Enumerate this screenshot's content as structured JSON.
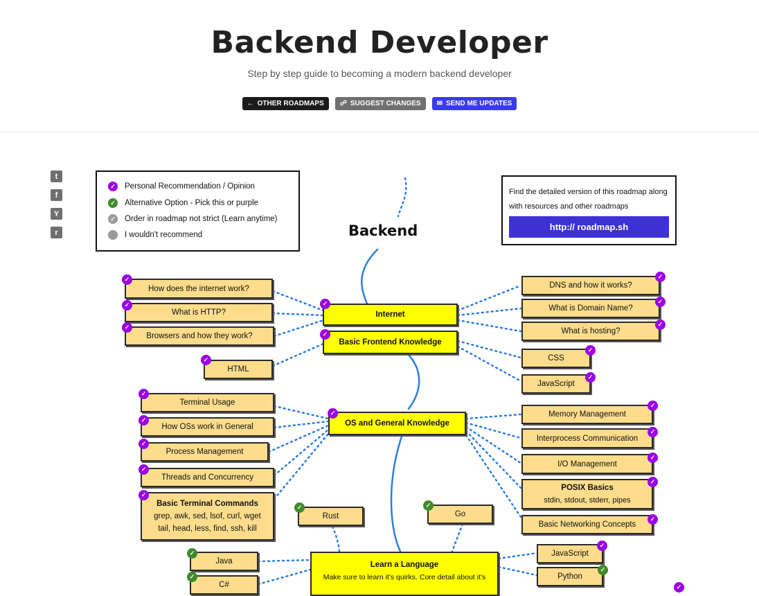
{
  "header": {
    "title": "Backend Developer",
    "subtitle": "Step by step guide to becoming a modern backend developer",
    "buttons": [
      {
        "label": "OTHER ROADMAPS",
        "icon": "arrow-left-icon",
        "color": "#1b1b1b"
      },
      {
        "label": "SUGGEST CHANGES",
        "icon": "handshake-icon",
        "color": "#707070"
      },
      {
        "label": "SEND ME UPDATES",
        "icon": "envelope-icon",
        "color": "#3a3aef"
      }
    ]
  },
  "share": [
    {
      "name": "twitter-icon",
      "glyph": "t"
    },
    {
      "name": "facebook-icon",
      "glyph": "f"
    },
    {
      "name": "hackernews-icon",
      "glyph": "Y"
    },
    {
      "name": "reddit-icon",
      "glyph": "r"
    }
  ],
  "legend": {
    "items": [
      {
        "label": "Personal Recommendation / Opinion",
        "color": "#9b00e6",
        "mark": "✓"
      },
      {
        "label": "Alternative Option - Pick this or purple",
        "color": "#3f8b2b",
        "mark": "✓"
      },
      {
        "label": "Order in roadmap not strict (Learn anytime)",
        "color": "#9a9a9a",
        "mark": "✓"
      },
      {
        "label": "I wouldn't recommend",
        "color": "#9a9a9a",
        "mark": ""
      }
    ]
  },
  "info": {
    "text": "Find the detailed version of this roadmap along with resources and other roadmaps",
    "link": "http:// roadmap.sh"
  },
  "diagram": {
    "start_label": "Backend",
    "internet": {
      "main": "Internet",
      "left": [
        "How does the internet work?",
        "What is HTTP?",
        "Browsers and how they work?"
      ],
      "right": [
        "DNS and how it works?",
        "What is Domain Name?",
        "What is hosting?"
      ]
    },
    "frontend": {
      "main": "Basic Frontend Knowledge",
      "left": [
        "HTML"
      ],
      "right": [
        "CSS",
        "JavaScript"
      ]
    },
    "os": {
      "main": "OS and General Knowledge",
      "left": [
        "Terminal Usage",
        "How OSs work in General",
        "Process Management",
        "Threads and Concurrency"
      ],
      "terminal_commands": {
        "title": "Basic Terminal Commands",
        "lines": [
          "grep, awk, sed, lsof, curl, wget",
          "tail, head, less, find, ssh, kill"
        ]
      },
      "right": [
        "Memory Management",
        "Interprocess Communication",
        "I/O Management"
      ],
      "posix": {
        "title": "POSIX Basics",
        "sub": "stdin, stdout, stderr, pipes"
      },
      "networking": "Basic Networking Concepts"
    },
    "language": {
      "main": "Learn a Language",
      "desc": "Make sure to learn it's quirks. Core detail about it's",
      "top": [
        "Rust",
        "Go"
      ],
      "left": [
        "Java",
        "C#"
      ],
      "right": [
        "JavaScript",
        "Python"
      ]
    }
  }
}
